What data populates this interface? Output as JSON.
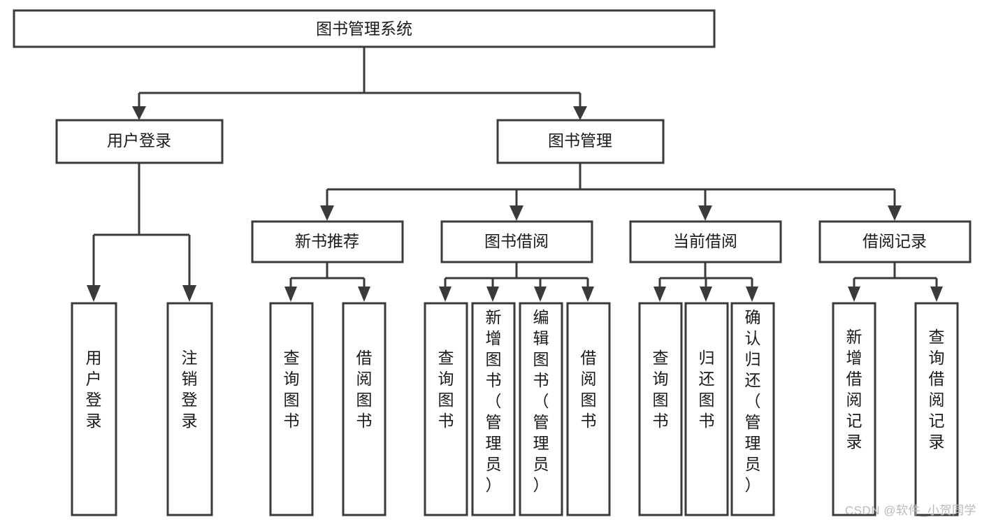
{
  "diagram": {
    "type": "tree-hierarchy-chart",
    "title": "图书管理系统",
    "watermark": "CSDN @软件_小贺同学",
    "colors": {
      "stroke": "#3a3a3a",
      "fill": "#ffffff",
      "text": "#1a1a1a",
      "watermark": "#b9b9b9",
      "background": "#ffffff"
    },
    "root": {
      "label": "图书管理系统"
    },
    "level2": [
      {
        "label": "用户登录"
      },
      {
        "label": "图书管理"
      }
    ],
    "level3": [
      {
        "label": "新书推荐"
      },
      {
        "label": "图书借阅"
      },
      {
        "label": "当前借阅"
      },
      {
        "label": "借阅记录"
      }
    ],
    "leaves": {
      "user_login": [
        {
          "label": "用户登录"
        },
        {
          "label": "注销登录"
        }
      ],
      "new_book_recommend": [
        {
          "label": "查询图书"
        },
        {
          "label": "借阅图书"
        }
      ],
      "book_borrow": [
        {
          "label": "查询图书"
        },
        {
          "label": "新增图书（管理员）"
        },
        {
          "label": "编辑图书（管理员）"
        },
        {
          "label": "借阅图书"
        }
      ],
      "current_borrow": [
        {
          "label": "查询图书"
        },
        {
          "label": "归还图书"
        },
        {
          "label": "确认归还（管理员）"
        }
      ],
      "borrow_record": [
        {
          "label": "新增借阅记录"
        },
        {
          "label": "查询借阅记录"
        }
      ]
    }
  }
}
